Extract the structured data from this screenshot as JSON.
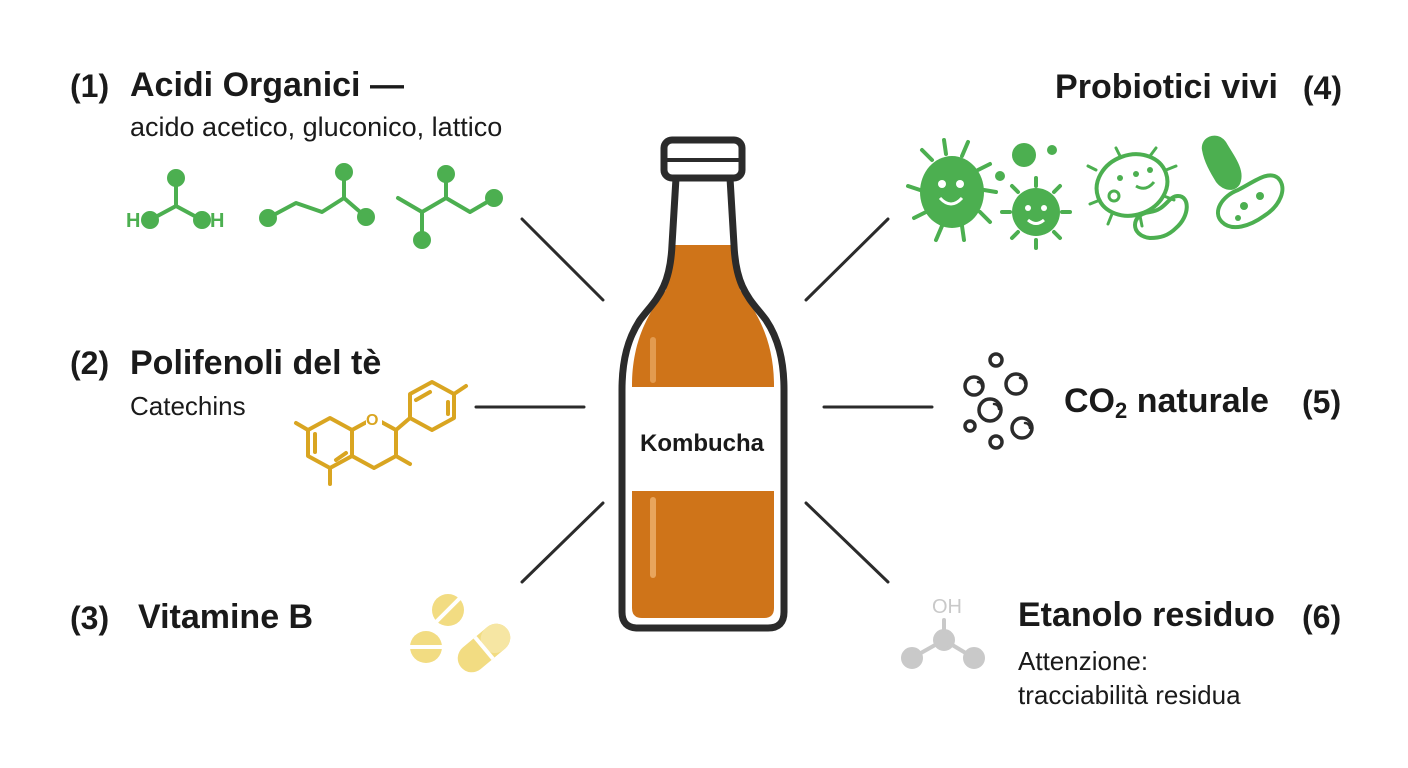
{
  "center": {
    "label": "Kombucha"
  },
  "items": [
    {
      "num": "(1)",
      "title": "Acidi Organici —",
      "subtitle": "acido acetico, gluconico, lattico",
      "icon": "organic-acid-molecules-icon"
    },
    {
      "num": "(2)",
      "title": "Polifenoli del tè",
      "subtitle": "Catechins",
      "icon": "catechin-molecule-icon"
    },
    {
      "num": "(3)",
      "title": "Vitamine B",
      "icon": "pills-icon"
    },
    {
      "num": "(4)",
      "title": "Probiotici vivi",
      "icon": "bacteria-icon"
    },
    {
      "num": "(5)",
      "title_main": "CO",
      "title_sub": "2",
      "title_rest": " naturale",
      "icon": "bubbles-icon"
    },
    {
      "num": "(6)",
      "title": "Etanolo residuo",
      "subtitle_lines": [
        "Attenzione:",
        "tracciabilità residua"
      ],
      "molecule_label": "OH",
      "icon": "ethanol-molecule-icon"
    }
  ],
  "colors": {
    "green": "#4caf50",
    "gold": "#d9a521",
    "pill": "#f2dc82",
    "bottle_liquid": "#cf7419",
    "bottle_outline": "#2b2b2b",
    "gray": "#c9c9c9"
  }
}
